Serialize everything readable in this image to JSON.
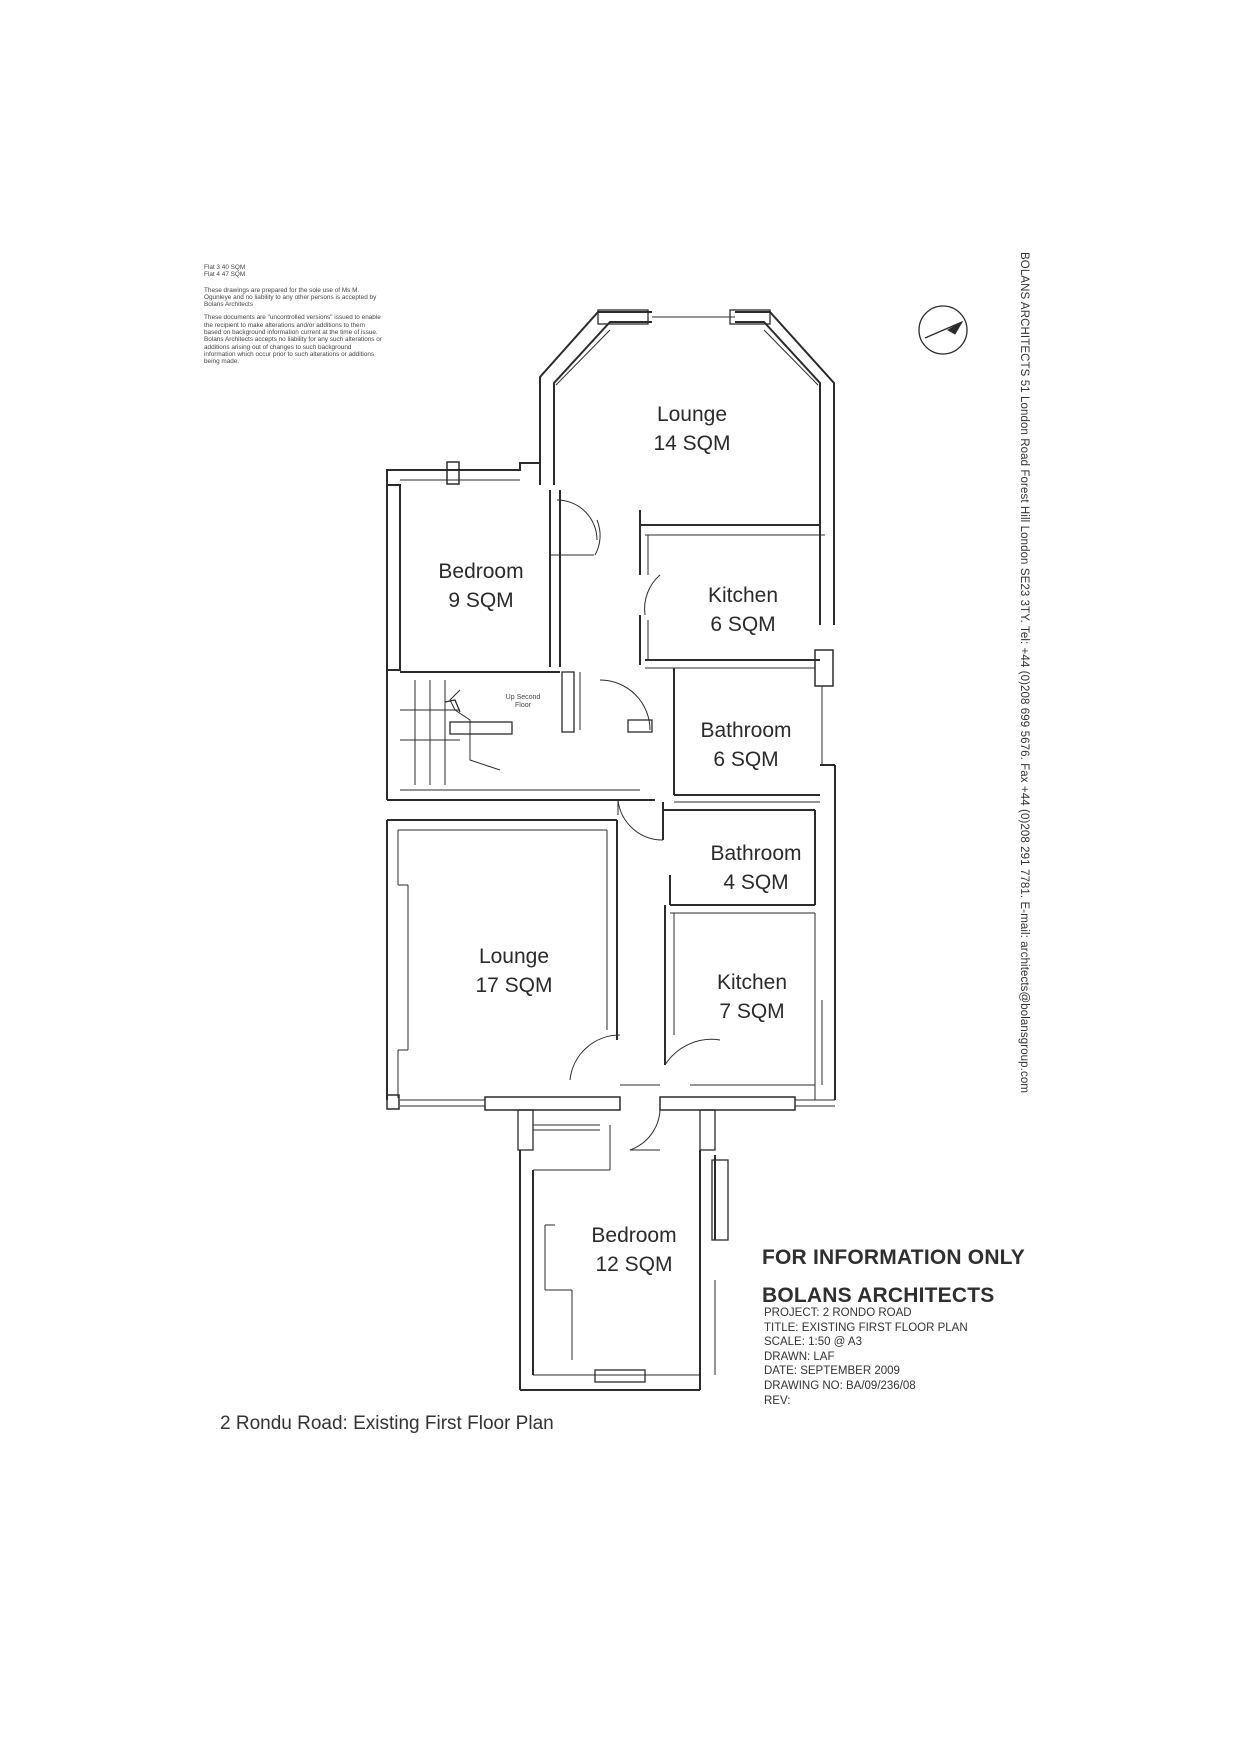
{
  "notes": {
    "flat_areas": [
      "Flat 3 40 SQM",
      "Flat 4 47 SQM"
    ],
    "paragraph_1": "These drawings are prepared for the sole use of Ms M. Ogunleye and no liability to any other persons is accepted by Bolans Architects",
    "paragraph_2": "These documents are \"uncontrolled versions\" issued to enable the recipient to make alterations and/or additions to them based on background information current at the time of issue. Bolans Architects accepts no liability for any such alterations or additions arising out of changes to such background information which occur prior to such alterations or additions being made."
  },
  "contact_line": "BOLANS ARCHITECTS 51 London Road Forest Hill London SE23 3TY. Tel: +44 (0)208 699 5676. Fax +44 (0)208 291 7781. E-mail: architects@bolansgroup.com",
  "rooms": [
    {
      "name": "Lounge",
      "area": "14 SQM"
    },
    {
      "name": "Bedroom",
      "area": "9 SQM"
    },
    {
      "name": "Kitchen",
      "area": "6 SQM"
    },
    {
      "name": "Bathroom",
      "area": "6 SQM"
    },
    {
      "name": "Bathroom",
      "area": "4 SQM"
    },
    {
      "name": "Lounge",
      "area": "17 SQM"
    },
    {
      "name": "Kitchen",
      "area": "7 SQM"
    },
    {
      "name": "Bedroom",
      "area": "12 SQM"
    }
  ],
  "stair_note": "Up Second Floor",
  "info_heading": "FOR INFORMATION ONLY",
  "firm_heading": "BOLANS ARCHITECTS",
  "title_block": {
    "project": "PROJECT: 2 RONDO ROAD",
    "title": "TITLE: EXISTING FIRST FLOOR PLAN",
    "scale": "SCALE: 1:50 @ A3",
    "drawn": "DRAWN: LAF",
    "date": "DATE: SEPTEMBER 2009",
    "drawing_no": "DRAWING NO: BA/09/236/08",
    "rev": "REV:"
  },
  "caption": "2 Rondu Road: Existing First Floor Plan",
  "colors": {
    "line": "#2b2b2b",
    "paper": "#ffffff"
  }
}
